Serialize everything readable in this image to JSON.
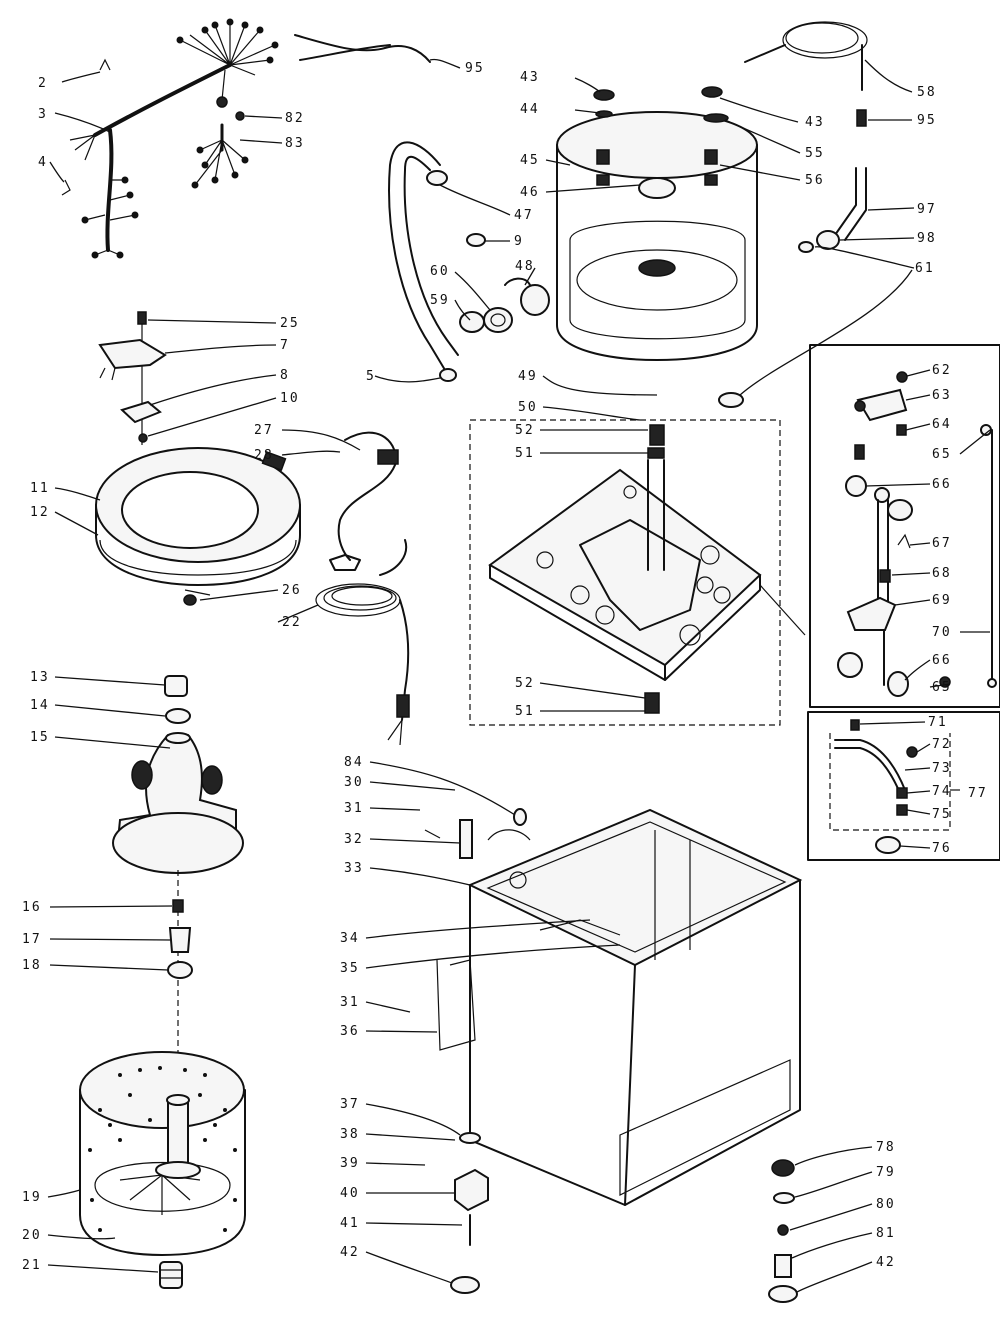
{
  "diagram": {
    "callouts": [
      {
        "id": "c2",
        "text": "2"
      },
      {
        "id": "c3",
        "text": "3"
      },
      {
        "id": "c4",
        "text": "4"
      },
      {
        "id": "c95a",
        "text": "95"
      },
      {
        "id": "c82",
        "text": "82"
      },
      {
        "id": "c83",
        "text": "83"
      },
      {
        "id": "c43a",
        "text": "43"
      },
      {
        "id": "c44",
        "text": "44"
      },
      {
        "id": "c45",
        "text": "45"
      },
      {
        "id": "c46",
        "text": "46"
      },
      {
        "id": "c47",
        "text": "47"
      },
      {
        "id": "c9",
        "text": "9"
      },
      {
        "id": "c60",
        "text": "60"
      },
      {
        "id": "c48",
        "text": "48"
      },
      {
        "id": "c59",
        "text": "59"
      },
      {
        "id": "c5",
        "text": "5"
      },
      {
        "id": "c43b",
        "text": "43"
      },
      {
        "id": "c55",
        "text": "55"
      },
      {
        "id": "c56",
        "text": "56"
      },
      {
        "id": "c58",
        "text": "58"
      },
      {
        "id": "c95b",
        "text": "95"
      },
      {
        "id": "c97",
        "text": "97"
      },
      {
        "id": "c98",
        "text": "98"
      },
      {
        "id": "c61",
        "text": "61"
      },
      {
        "id": "c25",
        "text": "25"
      },
      {
        "id": "c7",
        "text": "7"
      },
      {
        "id": "c8",
        "text": "8"
      },
      {
        "id": "c10",
        "text": "10"
      },
      {
        "id": "c27",
        "text": "27"
      },
      {
        "id": "c28",
        "text": "28"
      },
      {
        "id": "c11",
        "text": "11"
      },
      {
        "id": "c12",
        "text": "12"
      },
      {
        "id": "c26",
        "text": "26"
      },
      {
        "id": "c22",
        "text": "22"
      },
      {
        "id": "c49",
        "text": "49"
      },
      {
        "id": "c50",
        "text": "50"
      },
      {
        "id": "c52a",
        "text": "52"
      },
      {
        "id": "c51a",
        "text": "51"
      },
      {
        "id": "c52b",
        "text": "52"
      },
      {
        "id": "c51b",
        "text": "51"
      },
      {
        "id": "c62",
        "text": "62"
      },
      {
        "id": "c63",
        "text": "63"
      },
      {
        "id": "c64",
        "text": "64"
      },
      {
        "id": "c65",
        "text": "65"
      },
      {
        "id": "c66a",
        "text": "66"
      },
      {
        "id": "c67",
        "text": "67"
      },
      {
        "id": "c68",
        "text": "68"
      },
      {
        "id": "c69",
        "text": "69"
      },
      {
        "id": "c70",
        "text": "70"
      },
      {
        "id": "c66b",
        "text": "66"
      },
      {
        "id": "c65b",
        "text": "65"
      },
      {
        "id": "c13",
        "text": "13"
      },
      {
        "id": "c14",
        "text": "14"
      },
      {
        "id": "c15",
        "text": "15"
      },
      {
        "id": "c84",
        "text": "84"
      },
      {
        "id": "c30",
        "text": "30"
      },
      {
        "id": "c31a",
        "text": "31"
      },
      {
        "id": "c32",
        "text": "32"
      },
      {
        "id": "c33",
        "text": "33"
      },
      {
        "id": "c71",
        "text": "71"
      },
      {
        "id": "c72",
        "text": "72"
      },
      {
        "id": "c73",
        "text": "73"
      },
      {
        "id": "c74",
        "text": "74"
      },
      {
        "id": "c75",
        "text": "75"
      },
      {
        "id": "c77",
        "text": "77"
      },
      {
        "id": "c76",
        "text": "76"
      },
      {
        "id": "c16",
        "text": "16"
      },
      {
        "id": "c17",
        "text": "17"
      },
      {
        "id": "c18",
        "text": "18"
      },
      {
        "id": "c34",
        "text": "34"
      },
      {
        "id": "c35",
        "text": "35"
      },
      {
        "id": "c31b",
        "text": "31"
      },
      {
        "id": "c36",
        "text": "36"
      },
      {
        "id": "c37",
        "text": "37"
      },
      {
        "id": "c38",
        "text": "38"
      },
      {
        "id": "c39",
        "text": "39"
      },
      {
        "id": "c40",
        "text": "40"
      },
      {
        "id": "c41",
        "text": "41"
      },
      {
        "id": "c42a",
        "text": "42"
      },
      {
        "id": "c78",
        "text": "78"
      },
      {
        "id": "c79",
        "text": "79"
      },
      {
        "id": "c80",
        "text": "80"
      },
      {
        "id": "c81",
        "text": "81"
      },
      {
        "id": "c42b",
        "text": "42"
      },
      {
        "id": "c19",
        "text": "19"
      },
      {
        "id": "c20",
        "text": "20"
      },
      {
        "id": "c21",
        "text": "21"
      }
    ]
  }
}
